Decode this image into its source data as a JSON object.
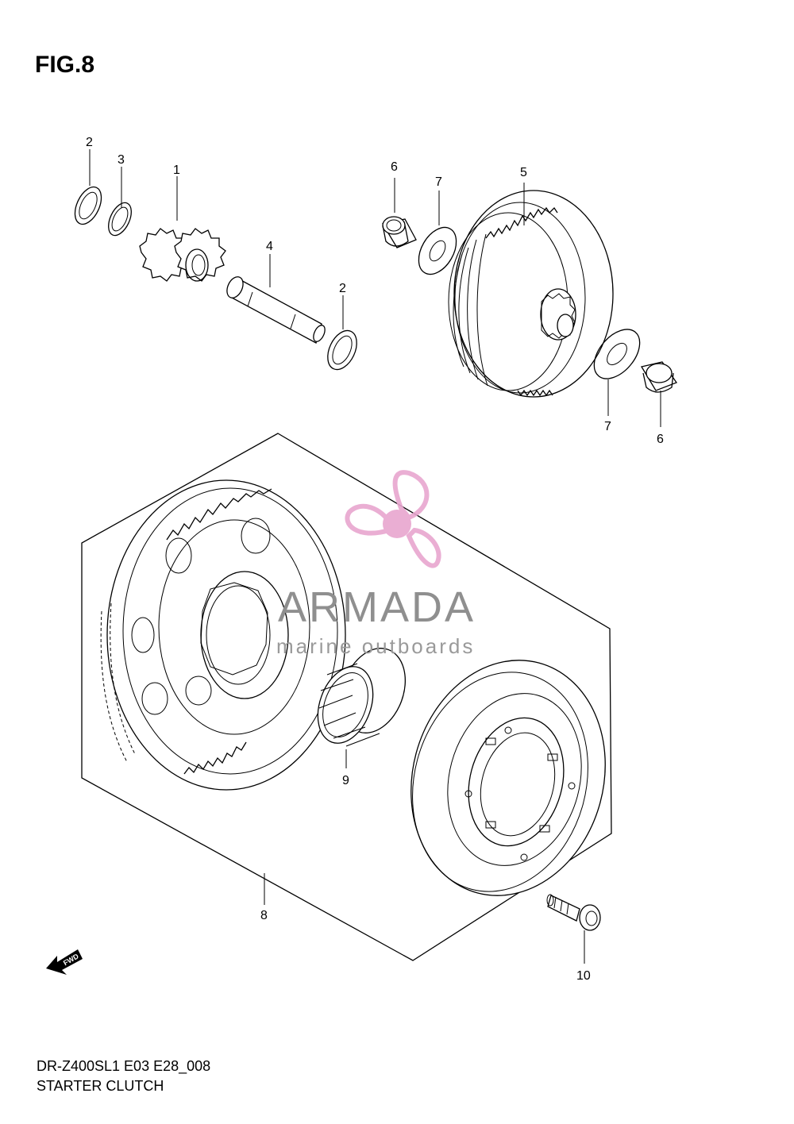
{
  "figure": {
    "title": "FIG.8"
  },
  "callouts": {
    "c1": "1",
    "c2a": "2",
    "c2b": "2",
    "c3": "3",
    "c4": "4",
    "c5": "5",
    "c6a": "6",
    "c6b": "6",
    "c7a": "7",
    "c7b": "7",
    "c8": "8",
    "c9": "9",
    "c10": "10"
  },
  "watermark": {
    "brand": "ARMADA",
    "tagline": "marine outboards",
    "accent": "#e8a6cf"
  },
  "fwd_indicator": {
    "label": "FWD",
    "icon": "forward-arrow-icon"
  },
  "footer": {
    "model_code": "DR-Z400SL1 E03 E28_008",
    "section": "STARTER CLUTCH"
  },
  "colors": {
    "line": "#000000",
    "background": "#ffffff"
  }
}
